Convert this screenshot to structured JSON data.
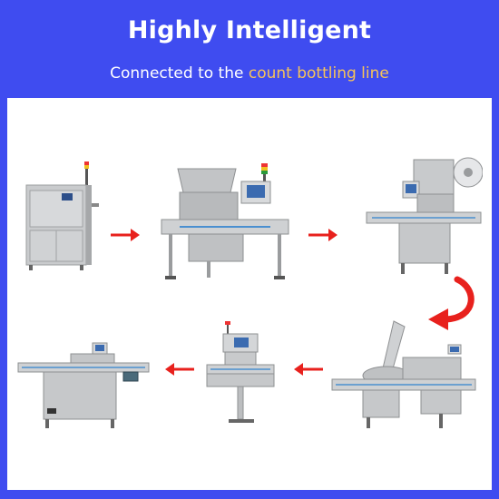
{
  "header": {
    "title": "Highly Intelligent",
    "subtitle_prefix": "Connected to the ",
    "subtitle_highlight": "count bottling line"
  },
  "colors": {
    "background": "#3f4cf0",
    "panel": "#ffffff",
    "highlight": "#f6c35a",
    "arrow": "#e8211d"
  },
  "icons": {
    "flow_arrow": "arrow-right-icon",
    "turn_arrow": "curved-arrow-icon"
  }
}
